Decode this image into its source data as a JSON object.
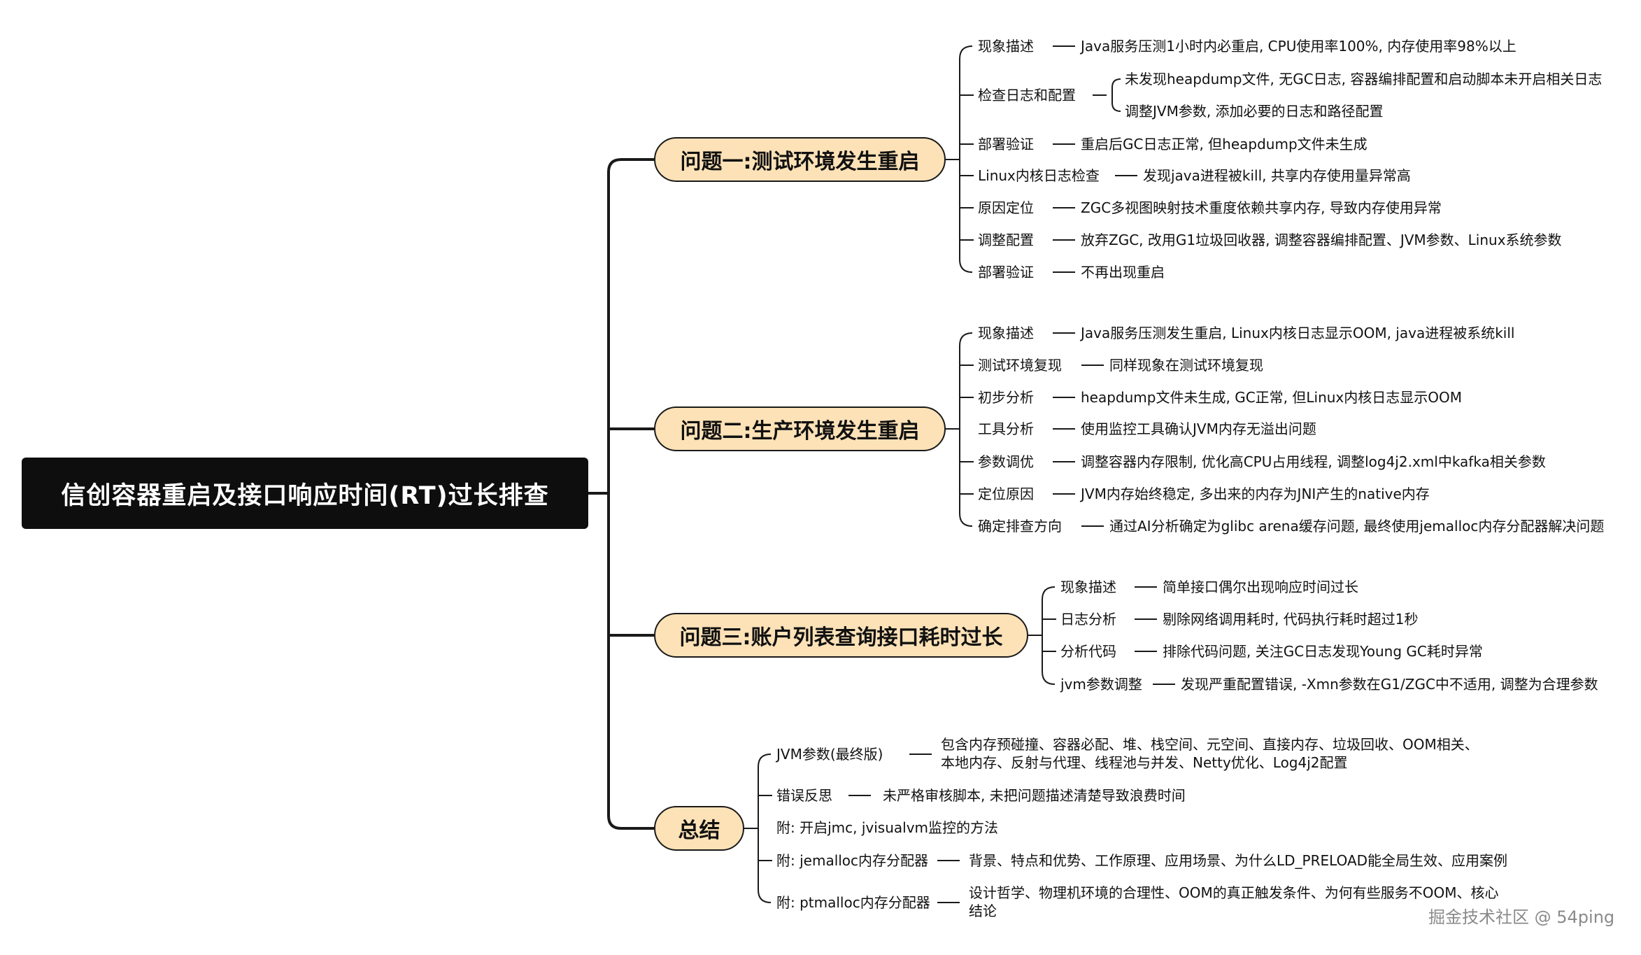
{
  "title": "信创容器重启及接口响应时间(RT)过长排查",
  "branches": {
    "b1": {
      "label": "问题一:测试环境发生重启",
      "items": {
        "i1": {
          "label": "现象描述",
          "detail": "Java服务压测1小时内必重启, CPU使用率100%, 内存使用率98%以上"
        },
        "i2": {
          "label": "检查日志和配置",
          "sub1": "未发现heapdump文件, 无GC日志, 容器编排配置和启动脚本未开启相关日志",
          "sub2": "调整JVM参数, 添加必要的日志和路径配置"
        },
        "i3": {
          "label": "部署验证",
          "detail": "重启后GC日志正常, 但heapdump文件未生成"
        },
        "i4": {
          "label": "Linux内核日志检查",
          "detail": "发现java进程被kill, 共享内存使用量异常高"
        },
        "i5": {
          "label": "原因定位",
          "detail": "ZGC多视图映射技术重度依赖共享内存, 导致内存使用异常"
        },
        "i6": {
          "label": "调整配置",
          "detail": "放弃ZGC, 改用G1垃圾回收器, 调整容器编排配置、JVM参数、Linux系统参数"
        },
        "i7": {
          "label": "部署验证",
          "detail": "不再出现重启"
        }
      }
    },
    "b2": {
      "label": "问题二:生产环境发生重启",
      "items": {
        "i1": {
          "label": "现象描述",
          "detail": "Java服务压测发生重启, Linux内核日志显示OOM, java进程被系统kill"
        },
        "i2": {
          "label": "测试环境复现",
          "detail": "同样现象在测试环境复现"
        },
        "i3": {
          "label": "初步分析",
          "detail": "heapdump文件未生成, GC正常, 但Linux内核日志显示OOM"
        },
        "i4": {
          "label": "工具分析",
          "detail": "使用监控工具确认JVM内存无溢出问题"
        },
        "i5": {
          "label": "参数调优",
          "detail": "调整容器内存限制, 优化高CPU占用线程, 调整log4j2.xml中kafka相关参数"
        },
        "i6": {
          "label": "定位原因",
          "detail": "JVM内存始终稳定, 多出来的内存为JNI产生的native内存"
        },
        "i7": {
          "label": "确定排查方向",
          "detail": "通过AI分析确定为glibc arena缓存问题, 最终使用jemalloc内存分配器解决问题"
        }
      }
    },
    "b3": {
      "label": "问题三:账户列表查询接口耗时过长",
      "items": {
        "i1": {
          "label": "现象描述",
          "detail": "简单接口偶尔出现响应时间过长"
        },
        "i2": {
          "label": "日志分析",
          "detail": "剔除网络调用耗时, 代码执行耗时超过1秒"
        },
        "i3": {
          "label": "分析代码",
          "detail": "排除代码问题, 关注GC日志发现Young GC耗时异常"
        },
        "i4": {
          "label": "jvm参数调整",
          "detail": "发现严重配置错误, -Xmn参数在G1/ZGC中不适用, 调整为合理参数"
        }
      }
    },
    "b4": {
      "label": "总结",
      "items": {
        "i1": {
          "label": "JVM参数(最终版)",
          "detail": "包含内存预碰撞、容器必配、堆、栈空间、元空间、直接内存、垃圾回收、OOM相关、本地内存、反射与代理、线程池与并发、Netty优化、Log4j2配置"
        },
        "i2": {
          "label": "错误反思",
          "detail": "未严格审核脚本, 未把问题描述清楚导致浪费时间"
        },
        "i3": {
          "label": "附: 开启jmc, jvisualvm监控的方法"
        },
        "i4": {
          "label": "附: jemalloc内存分配器",
          "detail": "背景、特点和优势、工作原理、应用场景、为什么LD_PRELOAD能全局生效、应用案例"
        },
        "i5": {
          "label": "附: ptmalloc内存分配器",
          "detail": "设计哲学、物理机环境的合理性、OOM的真正触发条件、为何有些服务不OOM、核心结论"
        }
      }
    }
  },
  "watermark": "掘金技术社区 @ 54ping"
}
